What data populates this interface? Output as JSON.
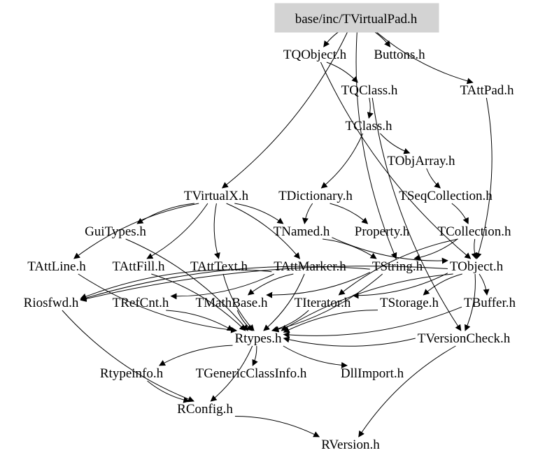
{
  "graph": {
    "root": "base/inc/TVirtualPad.h",
    "colors": {
      "root_fill": "#d3d3d3",
      "edge": "#000000",
      "text": "#000000",
      "background": "#ffffff"
    },
    "nodes": [
      {
        "id": "tvirtualpad",
        "label": "base/inc/TVirtualPad.h",
        "root": true
      },
      {
        "id": "tqobject",
        "label": "TQObject.h"
      },
      {
        "id": "buttons",
        "label": "Buttons.h"
      },
      {
        "id": "tqclass",
        "label": "TQClass.h"
      },
      {
        "id": "tattpad",
        "label": "TAttPad.h"
      },
      {
        "id": "tclass",
        "label": "TClass.h"
      },
      {
        "id": "tobjarray",
        "label": "TObjArray.h"
      },
      {
        "id": "tvirtualx",
        "label": "TVirtualX.h"
      },
      {
        "id": "tdictionary",
        "label": "TDictionary.h"
      },
      {
        "id": "tseqcollection",
        "label": "TSeqCollection.h"
      },
      {
        "id": "guitypes",
        "label": "GuiTypes.h"
      },
      {
        "id": "tnamed",
        "label": "TNamed.h"
      },
      {
        "id": "property",
        "label": "Property.h"
      },
      {
        "id": "tcollection",
        "label": "TCollection.h"
      },
      {
        "id": "tattline",
        "label": "TAttLine.h"
      },
      {
        "id": "tattfill",
        "label": "TAttFill.h"
      },
      {
        "id": "tatttext",
        "label": "TAttText.h"
      },
      {
        "id": "tattmarker",
        "label": "TAttMarker.h"
      },
      {
        "id": "tstring",
        "label": "TString.h"
      },
      {
        "id": "tobject",
        "label": "TObject.h"
      },
      {
        "id": "riosfwd",
        "label": "Riosfwd.h"
      },
      {
        "id": "trefcnt",
        "label": "TRefCnt.h"
      },
      {
        "id": "tmathbase",
        "label": "TMathBase.h"
      },
      {
        "id": "titerator",
        "label": "TIterator.h"
      },
      {
        "id": "tstorage",
        "label": "TStorage.h"
      },
      {
        "id": "tbuffer",
        "label": "TBuffer.h"
      },
      {
        "id": "rtypes",
        "label": "Rtypes.h"
      },
      {
        "id": "tversioncheck",
        "label": "TVersionCheck.h"
      },
      {
        "id": "rtypeinfo",
        "label": "Rtypeinfo.h"
      },
      {
        "id": "tgenericclassinfo",
        "label": "TGenericClassInfo.h"
      },
      {
        "id": "dllimport",
        "label": "DllImport.h"
      },
      {
        "id": "rconfig",
        "label": "RConfig.h"
      },
      {
        "id": "rversion",
        "label": "RVersion.h"
      }
    ],
    "edges": [
      [
        "tvirtualpad",
        "tqobject"
      ],
      [
        "tvirtualpad",
        "buttons"
      ],
      [
        "tvirtualpad",
        "tattpad"
      ],
      [
        "tvirtualpad",
        "tvirtualx"
      ],
      [
        "tvirtualpad",
        "tstring"
      ],
      [
        "tqobject",
        "tqclass"
      ],
      [
        "tqobject",
        "tobject"
      ],
      [
        "tqclass",
        "tclass"
      ],
      [
        "tqclass",
        "tversioncheck"
      ],
      [
        "tattpad",
        "tobject"
      ],
      [
        "tclass",
        "tobjarray"
      ],
      [
        "tclass",
        "tdictionary"
      ],
      [
        "tobjarray",
        "tseqcollection"
      ],
      [
        "tseqcollection",
        "tcollection"
      ],
      [
        "tvirtualx",
        "guitypes"
      ],
      [
        "tvirtualx",
        "tnamed"
      ],
      [
        "tvirtualx",
        "tattline"
      ],
      [
        "tvirtualx",
        "tattfill"
      ],
      [
        "tvirtualx",
        "tatttext"
      ],
      [
        "tvirtualx",
        "tattmarker"
      ],
      [
        "tdictionary",
        "tnamed"
      ],
      [
        "tdictionary",
        "property"
      ],
      [
        "tnamed",
        "tobject"
      ],
      [
        "tnamed",
        "tstring"
      ],
      [
        "tcollection",
        "tobject"
      ],
      [
        "tcollection",
        "tstring"
      ],
      [
        "tcollection",
        "titerator"
      ],
      [
        "guitypes",
        "rtypes"
      ],
      [
        "tattline",
        "rtypes"
      ],
      [
        "tattfill",
        "rtypes"
      ],
      [
        "tatttext",
        "rtypes"
      ],
      [
        "tattmarker",
        "rtypes"
      ],
      [
        "tattmarker",
        "riosfwd"
      ],
      [
        "tattmarker",
        "trefcnt"
      ],
      [
        "tattmarker",
        "tmathbase"
      ],
      [
        "tstring",
        "rtypes"
      ],
      [
        "tstring",
        "riosfwd"
      ],
      [
        "tstring",
        "tmathbase"
      ],
      [
        "tobject",
        "tstorage"
      ],
      [
        "tobject",
        "tbuffer"
      ],
      [
        "tobject",
        "riosfwd"
      ],
      [
        "tobject",
        "titerator"
      ],
      [
        "tobject",
        "rtypes"
      ],
      [
        "tobject",
        "tversioncheck"
      ],
      [
        "riosfwd",
        "rconfig"
      ],
      [
        "trefcnt",
        "rtypes"
      ],
      [
        "tmathbase",
        "rtypes"
      ],
      [
        "titerator",
        "rtypes"
      ],
      [
        "tstorage",
        "rtypes"
      ],
      [
        "tbuffer",
        "rtypes"
      ],
      [
        "rtypes",
        "rtypeinfo"
      ],
      [
        "rtypes",
        "tgenericclassinfo"
      ],
      [
        "rtypes",
        "dllimport"
      ],
      [
        "rtypes",
        "rconfig"
      ],
      [
        "rtypeinfo",
        "rconfig"
      ],
      [
        "rconfig",
        "rversion"
      ],
      [
        "tversioncheck",
        "rversion"
      ],
      [
        "tversioncheck",
        "rtypes"
      ]
    ]
  }
}
